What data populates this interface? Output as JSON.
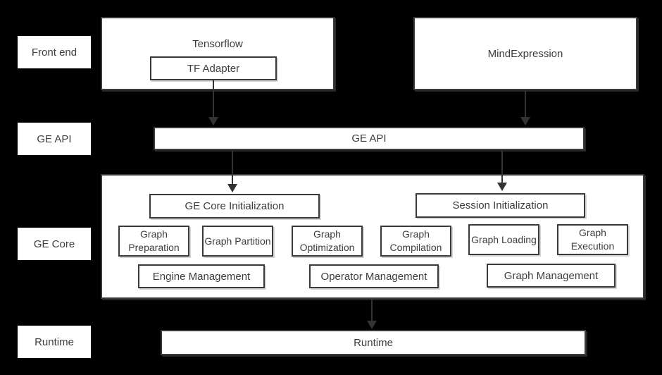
{
  "colors": {
    "background": "#000000",
    "box_fill": "#ffffff",
    "border": "#3a3a3a",
    "text": "#3d3d3d",
    "arrow": "#333333"
  },
  "row_labels": [
    "Front end",
    "GE API",
    "GE Core",
    "Runtime"
  ],
  "boxes": {
    "tensorflow": "Tensorflow",
    "tf_adapter": "TF Adapter",
    "mindexpression": "MindExpression",
    "ge_api": "GE API",
    "ge_core_initialization": "GE Core Initialization",
    "session_initialization": "Session Initialization",
    "stages": [
      "Graph Preparation",
      "Graph Partition",
      "Graph Optimization",
      "Graph Compilation",
      "Graph Loading",
      "Graph Execution"
    ],
    "management": [
      "Engine Management",
      "Operator Management",
      "Graph Management"
    ],
    "runtime": "Runtime"
  },
  "arrows": [
    {
      "from": "TF Adapter",
      "to": "GE API"
    },
    {
      "from": "MindExpression",
      "to": "GE API"
    },
    {
      "from": "GE API",
      "to": "GE Core Initialization"
    },
    {
      "from": "GE API",
      "to": "Session Initialization"
    },
    {
      "from": "GE Core",
      "to": "Runtime"
    }
  ]
}
